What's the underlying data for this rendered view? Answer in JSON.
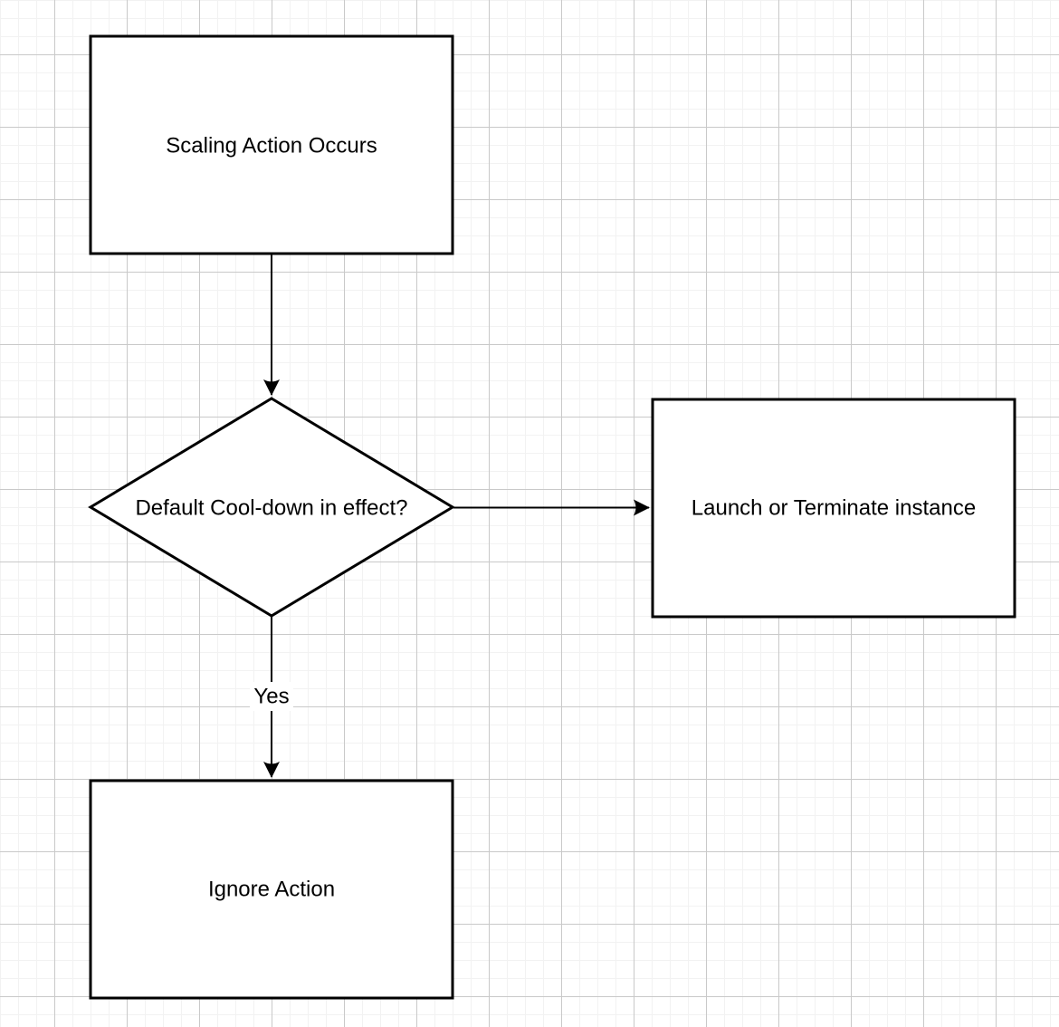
{
  "diagram": {
    "type": "flowchart",
    "nodes": [
      {
        "id": "scaling-action-occurs",
        "shape": "rectangle",
        "label": "Scaling Action Occurs"
      },
      {
        "id": "default-cooldown-decision",
        "shape": "diamond",
        "label": "Default Cool-down in effect?"
      },
      {
        "id": "launch-or-terminate-instance",
        "shape": "rectangle",
        "label": "Launch or Terminate instance"
      },
      {
        "id": "ignore-action",
        "shape": "rectangle",
        "label": "Ignore Action"
      }
    ],
    "edges": [
      {
        "from": "scaling-action-occurs",
        "to": "default-cooldown-decision",
        "label": ""
      },
      {
        "from": "default-cooldown-decision",
        "to": "launch-or-terminate-instance",
        "label": ""
      },
      {
        "from": "default-cooldown-decision",
        "to": "ignore-action",
        "label": "Yes"
      }
    ],
    "colors": {
      "background": "#ffffff",
      "grid_minor": "#f2f2f2",
      "grid_major": "#c9c9c9",
      "node_fill": "#ffffff",
      "node_stroke": "#000000",
      "text": "#000000"
    }
  }
}
